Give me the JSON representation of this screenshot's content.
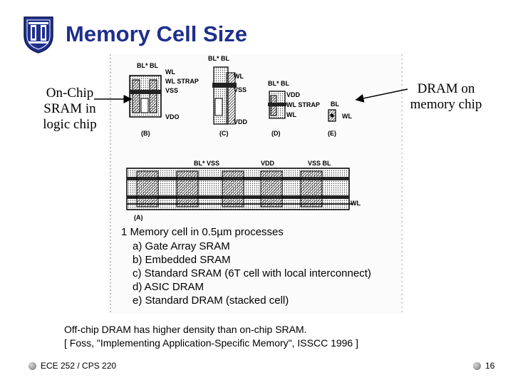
{
  "slide": {
    "title": "Memory Cell Size",
    "left_label": [
      "On-Chip",
      "SRAM in",
      "logic chip"
    ],
    "right_label": [
      "DRAM on",
      "memory chip"
    ],
    "caption_line1": "Off-chip DRAM has higher density than on-chip SRAM.",
    "caption_line2": "[ Foss, \"Implementing Application-Specific Memory\", ISSCC 1996 ]",
    "footer_left": "ECE 252 / CPS 220",
    "footer_right": "16"
  },
  "figure": {
    "top_labels": {
      "B": [
        "BL* BL",
        "WL",
        "WL STRAP",
        "VSS",
        "VDO",
        "(B)"
      ],
      "C": [
        "BL* BL",
        "WL",
        "VSS",
        "VDD",
        "(C)"
      ],
      "D": [
        "BL* BL",
        "VDD",
        "WL STRAP",
        "WL",
        "(D)"
      ],
      "E": [
        "BL",
        "WL",
        "(E)"
      ]
    },
    "bottom_labels": [
      "BL* VSS",
      "VDD",
      "VSS BL",
      "WL",
      "(A)"
    ],
    "legend_title": "1 Memory cell in 0.5µm processes",
    "legend_items": [
      "a)  Gate Array SRAM",
      "b)  Embedded SRAM",
      "c)  Standard SRAM (6T cell with local interconnect)",
      "d)  ASIC DRAM",
      "e)  Standard DRAM (stacked cell)"
    ]
  },
  "colors": {
    "title": "#1f2f8c",
    "logo": "#1f2f8c"
  }
}
